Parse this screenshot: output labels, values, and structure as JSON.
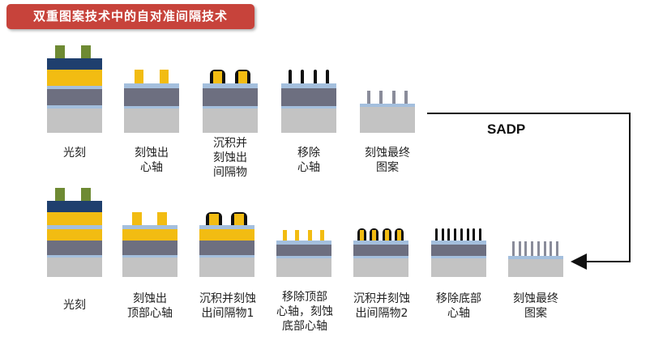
{
  "title": "双重图案技术中的自对准间隔技术",
  "sadp_label": "SADP",
  "colors": {
    "title_bg": "#c7433b",
    "resist": "#6e8a33",
    "mask_top": "#1f3f6e",
    "yellow": "#f2bc12",
    "lightblue": "#a4bfdd",
    "gray_dark": "#6d6f80",
    "gray_light": "#c3c3c3",
    "spacer": "#111111"
  },
  "row1": {
    "steps": [
      {
        "label": "光刻"
      },
      {
        "label": "刻蚀出\n心轴"
      },
      {
        "label": "沉积并\n刻蚀出\n间隔物"
      },
      {
        "label": "移除\n心轴"
      },
      {
        "label": "刻蚀最终\n图案"
      }
    ]
  },
  "row2": {
    "steps": [
      {
        "label": "光刻"
      },
      {
        "label": "刻蚀出\n顶部心轴"
      },
      {
        "label": "沉积并刻蚀\n出间隔物1"
      },
      {
        "label": "移除顶部\n心轴，刻蚀\n底部心轴"
      },
      {
        "label": "沉积并刻蚀\n出间隔物2"
      },
      {
        "label": "移除底部\n心轴"
      },
      {
        "label": "刻蚀最终\n图案"
      }
    ]
  }
}
